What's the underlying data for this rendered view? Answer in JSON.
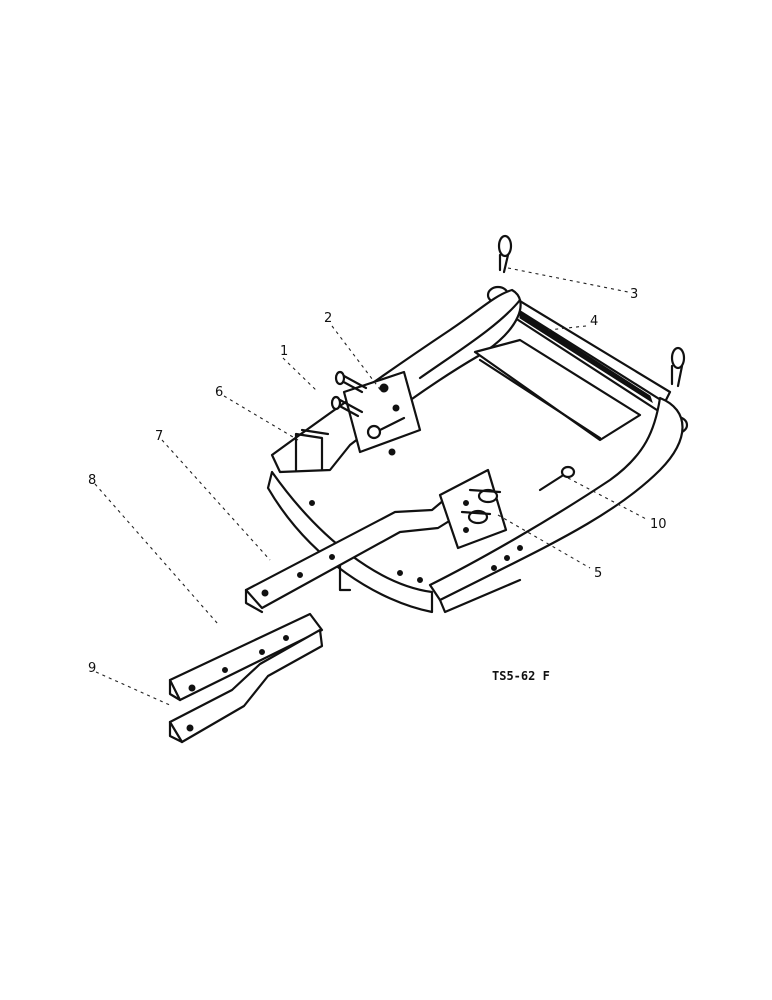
{
  "figure": {
    "code": "TS5-62 F",
    "callouts": [
      "1",
      "2",
      "3",
      "4",
      "5",
      "6",
      "7",
      "8",
      "9",
      "10"
    ]
  }
}
